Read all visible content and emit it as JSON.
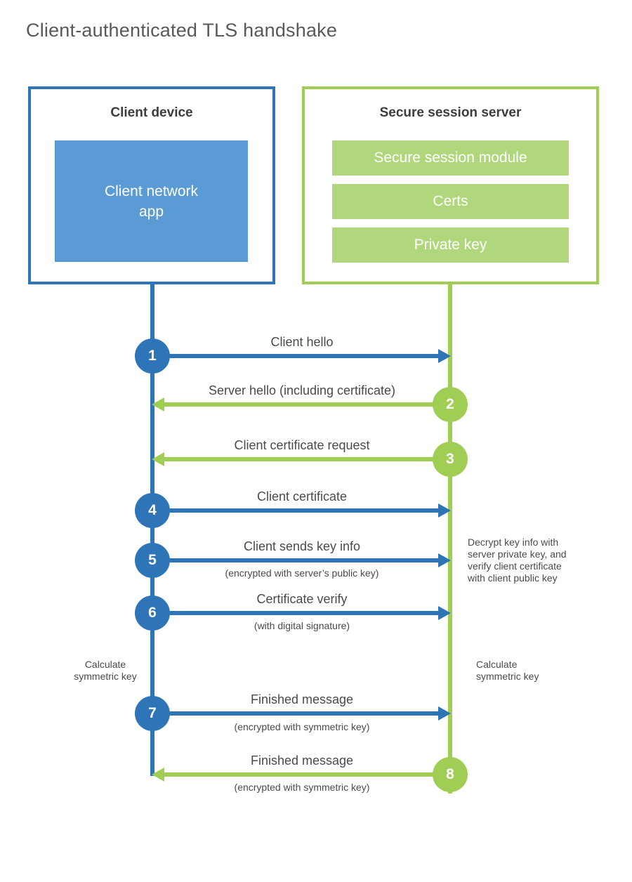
{
  "title": "Client-authenticated TLS handshake",
  "client": {
    "title": "Client device",
    "app_lines": [
      "Client network",
      "app"
    ]
  },
  "server": {
    "title": "Secure session server",
    "modules": [
      "Secure session module",
      "Certs",
      "Private key"
    ]
  },
  "steps": [
    {
      "num": "1",
      "label": "Client hello",
      "dir": "right"
    },
    {
      "num": "2",
      "label": "Server hello (including certificate)",
      "dir": "left"
    },
    {
      "num": "3",
      "label": "Client certificate request",
      "dir": "left"
    },
    {
      "num": "4",
      "label": "Client certificate",
      "dir": "right"
    },
    {
      "num": "5",
      "label": "Client sends key info",
      "sub": "(encrypted with server’s public key)",
      "dir": "right"
    },
    {
      "num": "6",
      "label": "Certificate verify",
      "sub": "(with digital signature)",
      "dir": "right"
    },
    {
      "num": "7",
      "label": "Finished message",
      "sub": "(encrypted with symmetric key)",
      "dir": "right"
    },
    {
      "num": "8",
      "label": "Finished message",
      "sub": "(encrypted with symmetric key)",
      "dir": "left"
    }
  ],
  "annotations": {
    "decrypt_lines": [
      "Decrypt key info with",
      "server private key, and",
      "verify client certificate",
      "with client public key"
    ],
    "calc_lines": [
      "Calculate",
      "symmetric key"
    ]
  },
  "colors": {
    "blue": "#2e75b8",
    "blue_fill": "#5b9bd5",
    "green": "#a0ce55",
    "green_fill": "#b1d77c"
  }
}
